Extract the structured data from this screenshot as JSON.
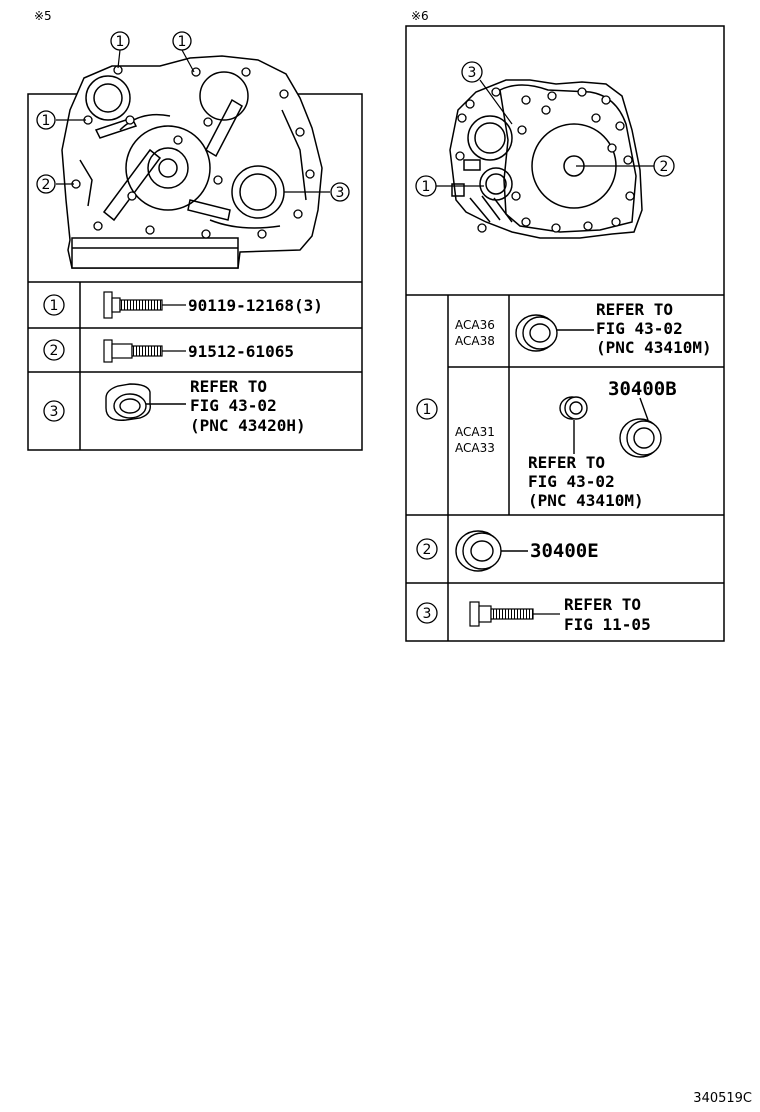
{
  "left": {
    "note": "※5",
    "markers": {
      "one": "1",
      "two": "2",
      "three": "3"
    },
    "rows": [
      {
        "index": "1",
        "part": "90119-12168(3)"
      },
      {
        "index": "2",
        "part": "91512-61065"
      },
      {
        "index": "3",
        "line1": "REFER TO",
        "line2": "FIG 43-02",
        "line3": "(PNC 43420H)"
      }
    ]
  },
  "right": {
    "note": "※6",
    "markers": {
      "one": "1",
      "two": "2",
      "three": "3"
    },
    "row1": {
      "index": "1",
      "models_a": [
        "ACA36",
        "ACA38"
      ],
      "a_line1": "REFER TO",
      "a_line2": "FIG 43-02",
      "a_line3": "(PNC 43410M)",
      "models_b": [
        "ACA31",
        "ACA33"
      ],
      "b_part": "30400B",
      "b_line1": "REFER TO",
      "b_line2": "FIG 43-02",
      "b_line3": "(PNC 43410M)"
    },
    "row2": {
      "index": "2",
      "part": "30400E"
    },
    "row3": {
      "index": "3",
      "line1": "REFER TO",
      "line2": "FIG 11-05"
    }
  },
  "footer": {
    "code": "340519C"
  }
}
